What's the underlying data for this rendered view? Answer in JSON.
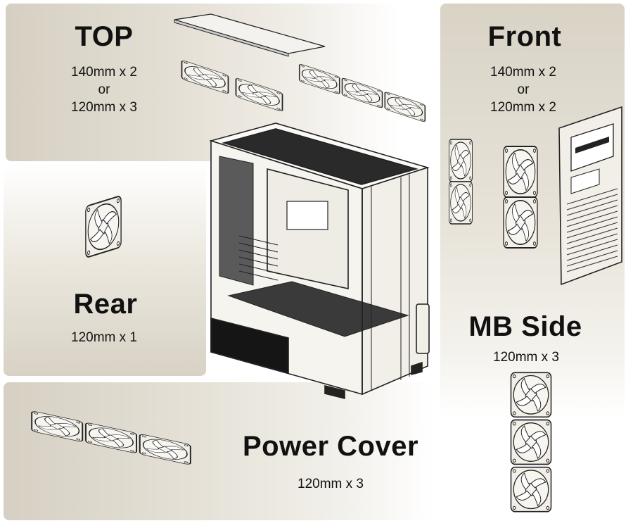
{
  "sections": {
    "top": {
      "title": "TOP",
      "line1": "140mm x 2",
      "line2": "or",
      "line3": "120mm x 3"
    },
    "front": {
      "title": "Front",
      "line1": "140mm x 2",
      "line2": "or",
      "line3": "120mm x 2"
    },
    "rear": {
      "title": "Rear",
      "line1": "120mm x 1"
    },
    "mb_side": {
      "title": "MB Side",
      "line1": "120mm x 3"
    },
    "power_cover": {
      "title": "Power Cover",
      "line1": "120mm x 3"
    }
  },
  "colors": {
    "panel": "#ddd7ca",
    "line": "#222222",
    "fan": "#f2efe8"
  }
}
